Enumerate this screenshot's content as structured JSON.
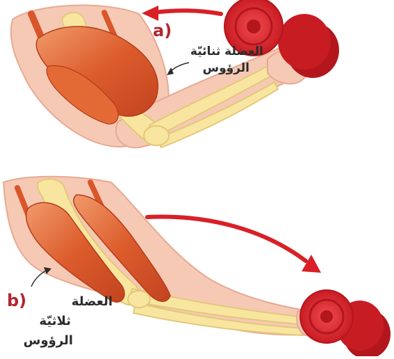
{
  "panel_a": {
    "marker": "a)",
    "label_line1": "العضلة ثنائيّة",
    "label_line2": "الرؤوس"
  },
  "panel_b": {
    "marker": "b)",
    "label_line1": "العضلة",
    "label_line2": "ثلاثيّة",
    "label_line3": "الرؤوس"
  },
  "colors": {
    "skin": "#f6c9b4",
    "skin_edge": "#e7a994",
    "muscle": "#d9562a",
    "muscle_light": "#ee8c5a",
    "bone": "#f8e6a0",
    "bone_edge": "#e3c77a",
    "arrow": "#d92027",
    "weight": "#e3262e",
    "weight_dark": "#b3161d"
  }
}
